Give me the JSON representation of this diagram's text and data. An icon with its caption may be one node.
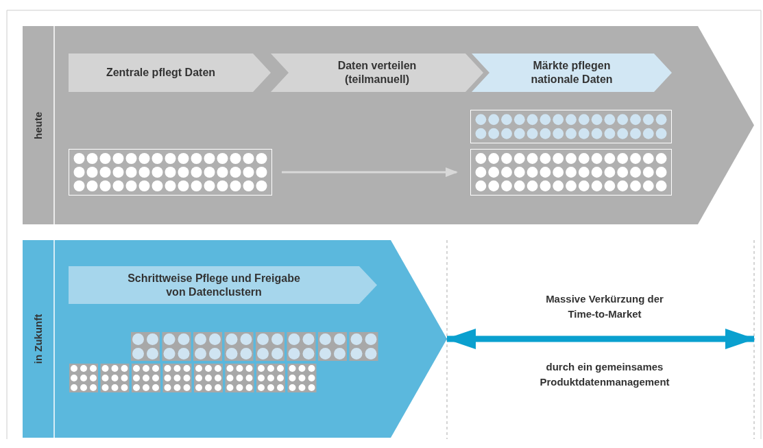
{
  "diagram": {
    "nodes": [
      {
        "text": [
          "heute"
        ]
      },
      {
        "text": [
          "Zentrale pflegt Daten"
        ],
        "in": 0
      },
      {
        "text": [
          "Daten verteilen (teilmanuell)"
        ],
        "in": 0
      },
      {
        "text": [
          "Märkte pflegen nationale Daten"
        ],
        "in": 0
      },
      {
        "text": [],
        "shape": "box",
        "in": 0
      },
      {
        "text": [],
        "shape": "box",
        "in": 0
      },
      {
        "text": [],
        "shape": "box",
        "in": 0
      },
      {
        "text": [
          "in Zukunft"
        ]
      },
      {
        "text": [
          "Schrittweise Pflege und Freigabe von Datenclustern"
        ],
        "in": 7
      }
    ],
    "edges": [
      {
        "from": 5,
        "to": 6,
        "arrow": "to"
      },
      {
        "from": 7,
        "to": null,
        "arrow": "both",
        "style": "thick",
        "color": "#0aa0cf"
      }
    ],
    "labels": [
      "Massive Verkürzung der Time-to-Market",
      "durch ein gemeinsames Produktdatenmanagement"
    ]
  }
}
